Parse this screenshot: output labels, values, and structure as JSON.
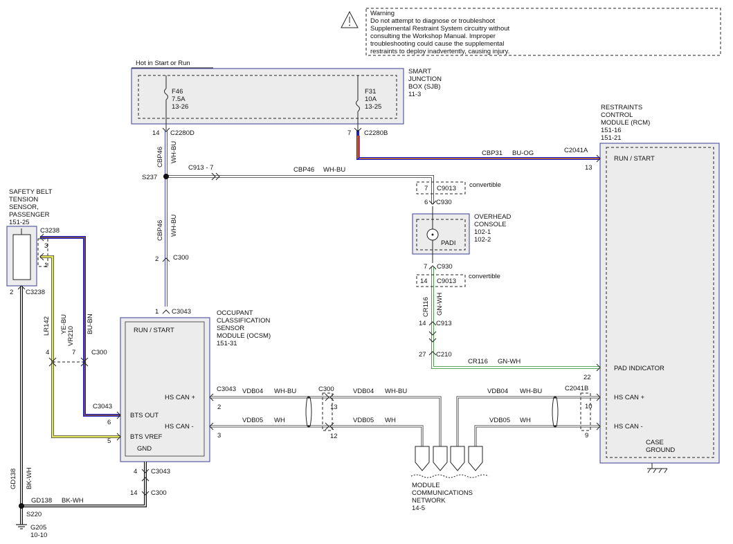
{
  "warning": {
    "title": "Warning",
    "lines": [
      "Do not attempt to diagnose or troubleshoot",
      "Supplemental Restraint System circuitry without",
      "consulting the Workshop Manual. Improper",
      "troubleshooting could cause the supplemental",
      "restraints to deploy inadvertently, causing injury."
    ]
  },
  "sjb": {
    "hot_label": "Hot in Start or Run",
    "name_lines": [
      "SMART",
      "JUNCTION",
      "BOX (SJB)",
      "11-3"
    ],
    "fuse1": [
      "F46",
      "7.5A",
      "13-26"
    ],
    "fuse2": [
      "F31",
      "10A",
      "13-25"
    ],
    "pin1": "14",
    "conn1": "C2280D",
    "pin2": "7",
    "conn2": "C2280B"
  },
  "rcm": {
    "name_lines": [
      "RESTRAINTS",
      "CONTROL",
      "MODULE (RCM)",
      "151-16",
      "151-21"
    ],
    "run_start": "RUN / START",
    "conn_a": "C2041A",
    "pin_a": "13",
    "pad_indicator": "PAD INDICATOR",
    "pin_pad": "22",
    "conn_b": "C2041B",
    "hs_can_plus": "HS CAN +",
    "pin_plus": "10",
    "hs_can_minus": "HS CAN -",
    "pin_minus": "9",
    "case_ground": [
      "CASE",
      "GROUND"
    ]
  },
  "wires": {
    "cbp31": "CBP31",
    "bu_og": "BU-OG",
    "cbp46": "CBP46",
    "wh_bu": "WH-BU",
    "c913_7": "C913  -  7",
    "s237": "S237",
    "cr116": "CR116",
    "gn_wh": "GN-WH",
    "lr142": "LR142",
    "ye_bu": "YE-BU",
    "vr210": "VR210",
    "bu_bn": "BU-BN",
    "vdb04": "VDB04",
    "vdb05": "VDB05",
    "wh": "WH",
    "gd138": "GD138",
    "bk_wh": "BK-WH",
    "s220": "S220"
  },
  "connectors": {
    "c9013": "C9013",
    "convertible": "convertible",
    "pin_7": "7",
    "pin_6": "6",
    "c930": "C930",
    "pin_14": "14",
    "c913": "C913",
    "pin_27": "27",
    "c210": "C210",
    "pin_2": "2",
    "c300": "C300",
    "pin_1": "1",
    "c3043": "C3043",
    "pin_3": "3",
    "c3238": "C3238",
    "pin_4": "4",
    "pin_5": "5",
    "pin_12": "12",
    "pin_13": "13"
  },
  "overhead": {
    "name_lines": [
      "OVERHEAD",
      "CONSOLE",
      "102-1",
      "102-2"
    ],
    "padi": "PADI"
  },
  "ocsm": {
    "name_lines": [
      "OCCUPANT",
      "CLASSIFICATION",
      "SENSOR",
      "MODULE (OCSM)",
      "151-31"
    ],
    "run_start": "RUN / START",
    "hs_can_plus": "HS CAN +",
    "hs_can_minus": "HS CAN -",
    "bts_out": "BTS OUT",
    "bts_vref": "BTS VREF",
    "gnd": "GND"
  },
  "sbts": {
    "name_lines": [
      "SAFETY BELT",
      "TENSION",
      "SENSOR,",
      "PASSENGER",
      "151-25"
    ]
  },
  "mcn": {
    "name_lines": [
      "MODULE",
      "COMMUNICATIONS",
      "NETWORK",
      "14-5"
    ]
  },
  "ground": {
    "name": "G205",
    "ref": "10-10"
  }
}
